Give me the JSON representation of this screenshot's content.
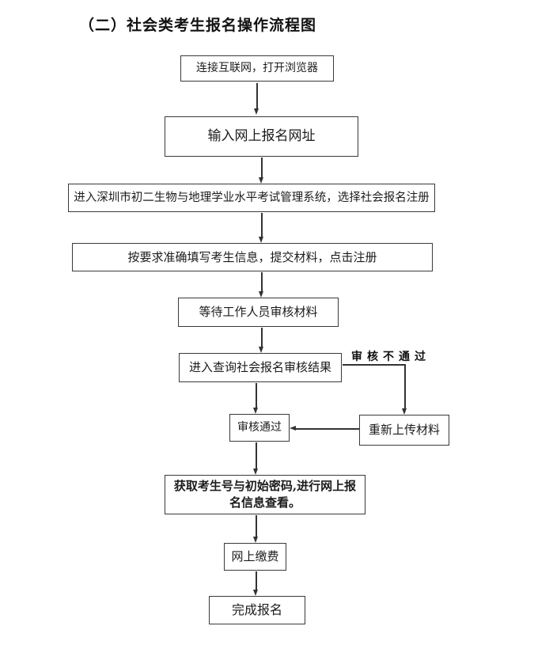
{
  "page": {
    "title": "（二）社会类考生报名操作流程图"
  },
  "flow": {
    "steps": [
      {
        "id": "connect",
        "label": "连接互联网，打开浏览器"
      },
      {
        "id": "url",
        "label": "输入网上报名网址"
      },
      {
        "id": "system",
        "label": "进入深圳市初二生物与地理学业水平考试管理系统，选择社会报名注册"
      },
      {
        "id": "fill",
        "label": "按要求准确填写考生信息，提交材料，点击注册"
      },
      {
        "id": "wait",
        "label": "等待工作人员审核材料"
      },
      {
        "id": "query",
        "label": "进入查询社会报名审核结果"
      },
      {
        "id": "pass",
        "label": "审核通过"
      },
      {
        "id": "reupload",
        "label": "重新上传材料"
      },
      {
        "id": "obtain",
        "label": "获取考生号与初始密码,进行网上报名信息查看。"
      },
      {
        "id": "pay",
        "label": "网上缴费"
      },
      {
        "id": "done",
        "label": "完成报名"
      }
    ],
    "branch": {
      "label": "审核不通过"
    }
  },
  "colors": {
    "background": "#ffffff",
    "box_border": "#3a3a3a",
    "line": "#333333",
    "text": "#1c1c1c"
  }
}
